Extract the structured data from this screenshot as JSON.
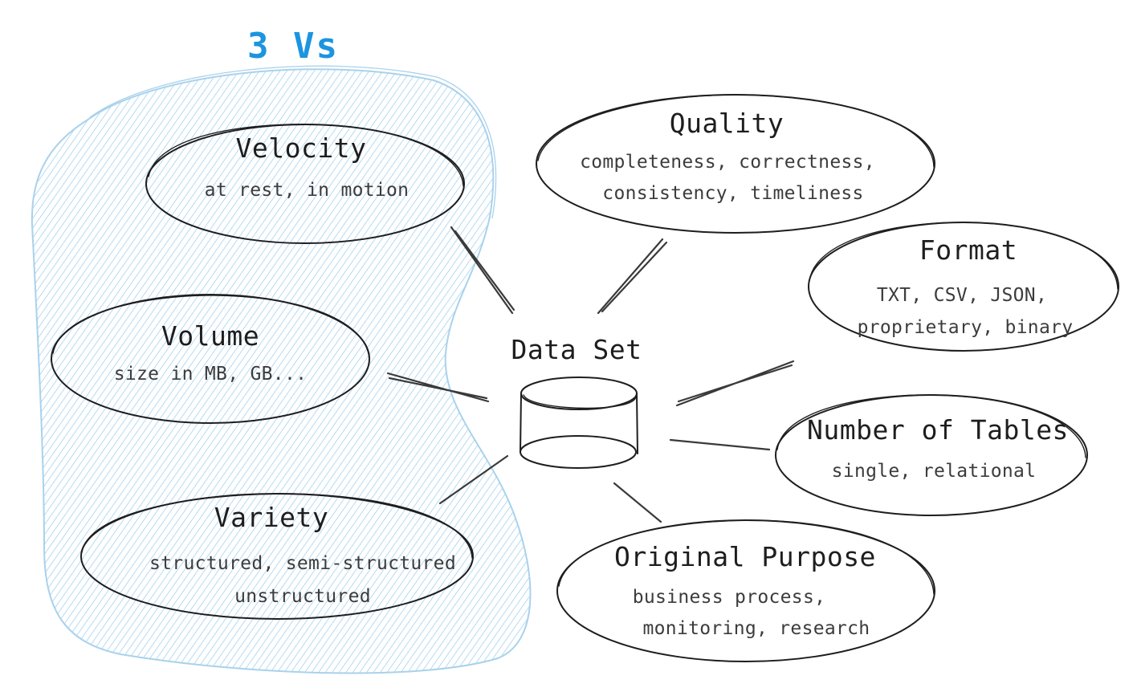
{
  "heading": {
    "text": "3 Vs",
    "color": "#1c94e0"
  },
  "region": {
    "hatch_color": "#8ec8ea",
    "border_color": "#a9d2ec"
  },
  "center": {
    "label": "Data Set",
    "icon": "database-cylinder-icon"
  },
  "nodes": {
    "velocity": {
      "title": "Velocity",
      "lines": [
        "at rest, in motion"
      ]
    },
    "volume": {
      "title": "Volume",
      "lines": [
        "size in MB, GB..."
      ]
    },
    "variety": {
      "title": "Variety",
      "lines": [
        "structured, semi-structured",
        "unstructured"
      ]
    },
    "quality": {
      "title": "Quality",
      "lines": [
        "completeness, correctness,",
        "consistency, timeliness"
      ]
    },
    "format": {
      "title": "Format",
      "lines": [
        "TXT, CSV, JSON,",
        "proprietary, binary"
      ]
    },
    "tables": {
      "title": "Number of Tables",
      "lines": [
        "single, relational"
      ]
    },
    "purpose": {
      "title": "Original Purpose",
      "lines": [
        "business process,",
        "monitoring, research"
      ]
    }
  }
}
